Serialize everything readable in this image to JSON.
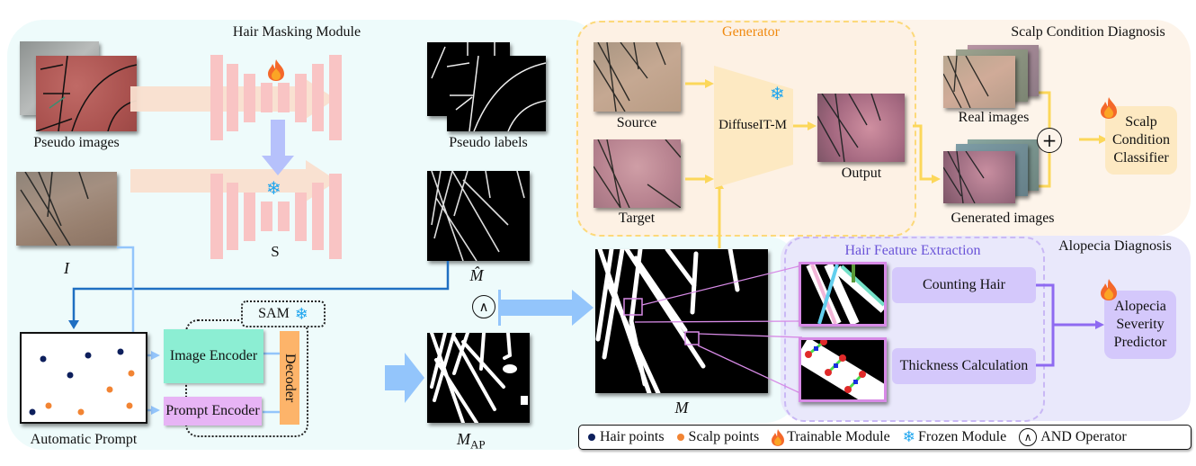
{
  "hair_masking_module": {
    "title": "Hair Masking Module",
    "pseudo_images_label": "Pseudo images",
    "pseudo_labels_label": "Pseudo labels",
    "input_image_label": "I",
    "segmenter_label": "S",
    "predicted_mask_label": "M̂",
    "automatic_prompt_label": "Automatic Prompt",
    "sam": {
      "title": "SAM",
      "image_encoder": "Image Encoder",
      "prompt_encoder": "Prompt Encoder",
      "decoder": "Decoder"
    },
    "map_label_main": "M",
    "map_label_sub": "AP",
    "and_symbol": "∧",
    "final_mask_label": "M"
  },
  "generator": {
    "title": "Generator",
    "source_label": "Source",
    "target_label": "Target",
    "model_label": "DiffuseIT-M",
    "output_label": "Output"
  },
  "scalp_condition_diagnosis": {
    "title": "Scalp Condition Diagnosis",
    "real_images_label": "Real images",
    "generated_images_label": "Generated images",
    "combine_symbol": "+",
    "classifier_lines": [
      "Scalp",
      "Condition",
      "Classifier"
    ]
  },
  "alopecia_diagnosis": {
    "title": "Alopecia Diagnosis",
    "feature_extraction_title": "Hair Feature Extraction",
    "counting_hair": "Counting Hair",
    "thickness_calculation": "Thickness Calculation",
    "predictor_lines": [
      "Alopecia",
      "Severity",
      "Predictor"
    ]
  },
  "legend": {
    "items": [
      {
        "icon": "hair-point-dot",
        "label": "Hair points"
      },
      {
        "icon": "scalp-point-dot",
        "label": "Scalp points"
      },
      {
        "icon": "flame-icon",
        "label": "Trainable Module"
      },
      {
        "icon": "snowflake-icon",
        "label": "Frozen Module"
      },
      {
        "icon": "and-operator-icon",
        "symbol": "∧",
        "label": "AND Operator"
      }
    ]
  },
  "colors": {
    "hair_masking_bg": "#eefbfb",
    "generator_bg": "#fdf1e4",
    "generator_border": "#fcd97a",
    "alopecia_bg": "#e9e8fb",
    "feature_border": "#c9b8f5",
    "unet_block": "#f9c4c4",
    "big_arrow": "#f9dfcf",
    "down_arrow": "#b6c1fb",
    "sam_image_encoder": "#8ceed3",
    "sam_prompt_encoder": "#e7b4f5",
    "sam_decoder": "#fdb46a",
    "hair_point": "#0d1f5c",
    "scalp_point": "#f28433",
    "light_blue_arrow": "#93c5fb",
    "dark_blue_line": "#1f6fc2",
    "yellow_arrow": "#fcd75a",
    "purple_arrow": "#8e6af1",
    "purple_box": "#d4c8fb",
    "classifier_box": "#fde9c2",
    "orange_title": "#f08a10",
    "purple_title": "#6a53d8"
  }
}
